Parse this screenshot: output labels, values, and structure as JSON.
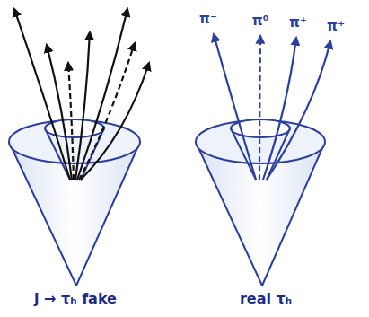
{
  "diagram": {
    "labels": [
      "π⁻",
      "π⁰",
      "π⁺",
      "π⁺",
      "j → τₕ fake",
      "real τₕ"
    ]
  }
}
